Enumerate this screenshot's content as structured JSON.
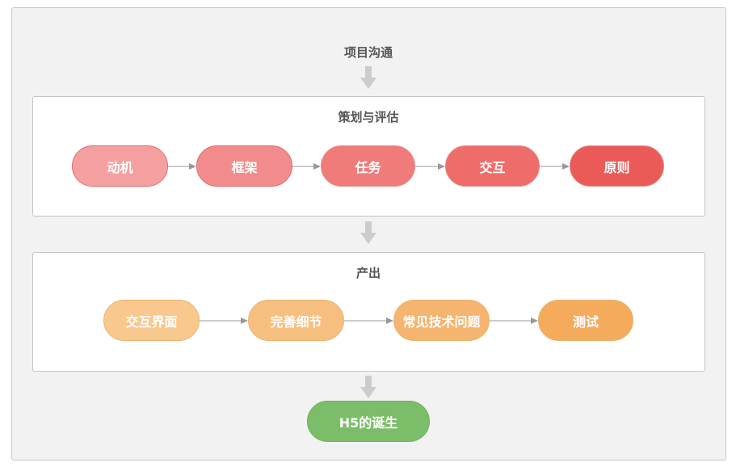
{
  "top_title": "项目沟通",
  "planning": {
    "title": "策划与评估",
    "steps": [
      "动机",
      "框架",
      "任务",
      "交互",
      "原则"
    ]
  },
  "output": {
    "title": "产出",
    "steps": [
      "交互界面",
      "完善细节",
      "常见技术问题",
      "测试"
    ]
  },
  "result": "H5的诞生",
  "colors": {
    "planning_fill": [
      "#f5a0a0",
      "#f28c8c",
      "#f07b7b",
      "#ee6d6a",
      "#ea5b58"
    ],
    "planning_border": "#e26a6a",
    "output_fill": [
      "#f8c88f",
      "#f6bf80",
      "#f5b46f",
      "#f4ab5c"
    ],
    "output_border": "#eab36c",
    "result_fill": "#7cbd6a",
    "arrow_gray": "#cccccc",
    "connector_gray": "#999999"
  }
}
